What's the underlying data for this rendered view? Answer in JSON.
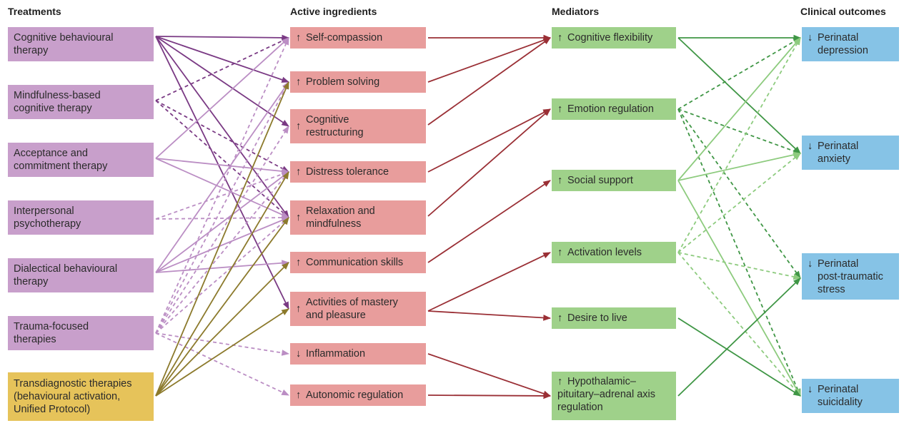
{
  "columns": {
    "treatments": "Treatments",
    "ingredients": "Active ingredients",
    "mediators": "Mediators",
    "outcomes": "Clinical outcomes"
  },
  "icons": {
    "increase": "↑",
    "decrease": "↓"
  },
  "colors": {
    "treatment_box": "#c89fcb",
    "transdiagnostic_box": "#e6c35a",
    "ingredient_box": "#e89d9c",
    "mediator_box": "#9fd18a",
    "outcome_box": "#86c3e6",
    "link_treatment_dark": "#7a3a84",
    "link_treatment_light": "#bb8ec4",
    "link_transdiagnostic": "#8c7a2c",
    "link_ingredient": "#9a2f35",
    "link_mediator_dark": "#3f9645",
    "link_mediator_light": "#8dcb7e"
  },
  "treatments": [
    {
      "id": "cbt",
      "label": "Cognitive behavioural\ntherapy"
    },
    {
      "id": "mbct",
      "label": "Mindfulness-based\ncognitive therapy"
    },
    {
      "id": "act",
      "label": "Acceptance and\ncommitment therapy"
    },
    {
      "id": "ipt",
      "label": "Interpersonal\npsychotherapy"
    },
    {
      "id": "dbt",
      "label": "Dialectical behavioural\ntherapy"
    },
    {
      "id": "tf",
      "label": "Trauma-focused\ntherapies"
    },
    {
      "id": "trans",
      "label": "Transdiagnostic therapies\n(behavioural activation,\nUnified Protocol)"
    }
  ],
  "ingredients": [
    {
      "id": "selfcomp",
      "dir": "increase",
      "label": "Self-compassion"
    },
    {
      "id": "problem",
      "dir": "increase",
      "label": "Problem solving"
    },
    {
      "id": "cogrestr",
      "dir": "increase",
      "label": "Cognitive\nrestructuring"
    },
    {
      "id": "distress",
      "dir": "increase",
      "label": "Distress tolerance"
    },
    {
      "id": "relax",
      "dir": "increase",
      "label": "Relaxation and\nmindfulness"
    },
    {
      "id": "comm",
      "dir": "increase",
      "label": "Communication skills"
    },
    {
      "id": "activities",
      "dir": "increase",
      "label": "Activities of mastery\nand pleasure"
    },
    {
      "id": "inflamm",
      "dir": "decrease",
      "label": "Inflammation"
    },
    {
      "id": "autonomic",
      "dir": "increase",
      "label": "Autonomic regulation"
    }
  ],
  "mediators": [
    {
      "id": "cogflex",
      "dir": "increase",
      "label": "Cognitive flexibility"
    },
    {
      "id": "emotion",
      "dir": "increase",
      "label": "Emotion regulation"
    },
    {
      "id": "social",
      "dir": "increase",
      "label": "Social support"
    },
    {
      "id": "activation",
      "dir": "increase",
      "label": "Activation levels"
    },
    {
      "id": "desire",
      "dir": "increase",
      "label": "Desire to live"
    },
    {
      "id": "hpa",
      "dir": "increase",
      "label": "Hypothalamic–\npituitary–adrenal axis\nregulation"
    }
  ],
  "outcomes": [
    {
      "id": "depr",
      "dir": "decrease",
      "label": "Perinatal\ndepression"
    },
    {
      "id": "anx",
      "dir": "decrease",
      "label": "Perinatal\nanxiety"
    },
    {
      "id": "pts",
      "dir": "decrease",
      "label": "Perinatal\npost-traumatic\nstress"
    },
    {
      "id": "suic",
      "dir": "decrease",
      "label": "Perinatal\nsuicidality"
    }
  ],
  "links": [
    {
      "from": "cbt",
      "to": "selfcomp",
      "style": "solid",
      "color": "link_treatment_dark"
    },
    {
      "from": "cbt",
      "to": "problem",
      "style": "solid",
      "color": "link_treatment_dark"
    },
    {
      "from": "cbt",
      "to": "cogrestr",
      "style": "solid",
      "color": "link_treatment_dark"
    },
    {
      "from": "cbt",
      "to": "relax",
      "style": "solid",
      "color": "link_treatment_dark"
    },
    {
      "from": "cbt",
      "to": "activities",
      "style": "solid",
      "color": "link_treatment_dark"
    },
    {
      "from": "mbct",
      "to": "selfcomp",
      "style": "dashed",
      "color": "link_treatment_dark"
    },
    {
      "from": "mbct",
      "to": "distress",
      "style": "dashed",
      "color": "link_treatment_dark"
    },
    {
      "from": "mbct",
      "to": "relax",
      "style": "dashed",
      "color": "link_treatment_dark"
    },
    {
      "from": "act",
      "to": "selfcomp",
      "style": "solid",
      "color": "link_treatment_light"
    },
    {
      "from": "act",
      "to": "distress",
      "style": "solid",
      "color": "link_treatment_light"
    },
    {
      "from": "act",
      "to": "relax",
      "style": "solid",
      "color": "link_treatment_light"
    },
    {
      "from": "ipt",
      "to": "distress",
      "style": "dashed",
      "color": "link_treatment_light"
    },
    {
      "from": "ipt",
      "to": "relax",
      "style": "dashed",
      "color": "link_treatment_light"
    },
    {
      "from": "dbt",
      "to": "problem",
      "style": "solid",
      "color": "link_treatment_light"
    },
    {
      "from": "dbt",
      "to": "distress",
      "style": "solid",
      "color": "link_treatment_light"
    },
    {
      "from": "dbt",
      "to": "relax",
      "style": "solid",
      "color": "link_treatment_light"
    },
    {
      "from": "dbt",
      "to": "comm",
      "style": "solid",
      "color": "link_treatment_light"
    },
    {
      "from": "tf",
      "to": "selfcomp",
      "style": "dashed",
      "color": "link_treatment_light"
    },
    {
      "from": "tf",
      "to": "problem",
      "style": "dashed",
      "color": "link_treatment_light"
    },
    {
      "from": "tf",
      "to": "cogrestr",
      "style": "dashed",
      "color": "link_treatment_light"
    },
    {
      "from": "tf",
      "to": "distress",
      "style": "dashed",
      "color": "link_treatment_light"
    },
    {
      "from": "tf",
      "to": "relax",
      "style": "dashed",
      "color": "link_treatment_light"
    },
    {
      "from": "tf",
      "to": "inflamm",
      "style": "dashed",
      "color": "link_treatment_light"
    },
    {
      "from": "tf",
      "to": "autonomic",
      "style": "dashed",
      "color": "link_treatment_light"
    },
    {
      "from": "trans",
      "to": "problem",
      "style": "solid",
      "color": "link_transdiagnostic"
    },
    {
      "from": "trans",
      "to": "distress",
      "style": "solid",
      "color": "link_transdiagnostic"
    },
    {
      "from": "trans",
      "to": "relax",
      "style": "solid",
      "color": "link_transdiagnostic"
    },
    {
      "from": "trans",
      "to": "comm",
      "style": "solid",
      "color": "link_transdiagnostic"
    },
    {
      "from": "trans",
      "to": "activities",
      "style": "solid",
      "color": "link_transdiagnostic"
    },
    {
      "from": "selfcomp",
      "to": "cogflex",
      "style": "solid",
      "color": "link_ingredient"
    },
    {
      "from": "problem",
      "to": "cogflex",
      "style": "solid",
      "color": "link_ingredient"
    },
    {
      "from": "cogrestr",
      "to": "cogflex",
      "style": "solid",
      "color": "link_ingredient"
    },
    {
      "from": "distress",
      "to": "emotion",
      "style": "solid",
      "color": "link_ingredient"
    },
    {
      "from": "relax",
      "to": "emotion",
      "style": "solid",
      "color": "link_ingredient"
    },
    {
      "from": "comm",
      "to": "social",
      "style": "solid",
      "color": "link_ingredient"
    },
    {
      "from": "activities",
      "to": "activation",
      "style": "solid",
      "color": "link_ingredient"
    },
    {
      "from": "activities",
      "to": "desire",
      "style": "solid",
      "color": "link_ingredient"
    },
    {
      "from": "inflamm",
      "to": "hpa",
      "style": "solid",
      "color": "link_ingredient"
    },
    {
      "from": "autonomic",
      "to": "hpa",
      "style": "solid",
      "color": "link_ingredient"
    },
    {
      "from": "cogflex",
      "to": "depr",
      "style": "solid",
      "color": "link_mediator_dark"
    },
    {
      "from": "cogflex",
      "to": "anx",
      "style": "solid",
      "color": "link_mediator_dark"
    },
    {
      "from": "emotion",
      "to": "depr",
      "style": "dashed",
      "color": "link_mediator_dark"
    },
    {
      "from": "emotion",
      "to": "anx",
      "style": "dashed",
      "color": "link_mediator_dark"
    },
    {
      "from": "emotion",
      "to": "pts",
      "style": "dashed",
      "color": "link_mediator_dark"
    },
    {
      "from": "emotion",
      "to": "suic",
      "style": "dashed",
      "color": "link_mediator_dark"
    },
    {
      "from": "social",
      "to": "depr",
      "style": "solid",
      "color": "link_mediator_light"
    },
    {
      "from": "social",
      "to": "anx",
      "style": "solid",
      "color": "link_mediator_light"
    },
    {
      "from": "social",
      "to": "suic",
      "style": "solid",
      "color": "link_mediator_light"
    },
    {
      "from": "activation",
      "to": "depr",
      "style": "dashed",
      "color": "link_mediator_light"
    },
    {
      "from": "activation",
      "to": "anx",
      "style": "dashed",
      "color": "link_mediator_light"
    },
    {
      "from": "activation",
      "to": "pts",
      "style": "dashed",
      "color": "link_mediator_light"
    },
    {
      "from": "activation",
      "to": "suic",
      "style": "dashed",
      "color": "link_mediator_light"
    },
    {
      "from": "desire",
      "to": "suic",
      "style": "solid",
      "color": "link_mediator_dark"
    },
    {
      "from": "hpa",
      "to": "pts",
      "style": "solid",
      "color": "link_mediator_dark"
    }
  ]
}
